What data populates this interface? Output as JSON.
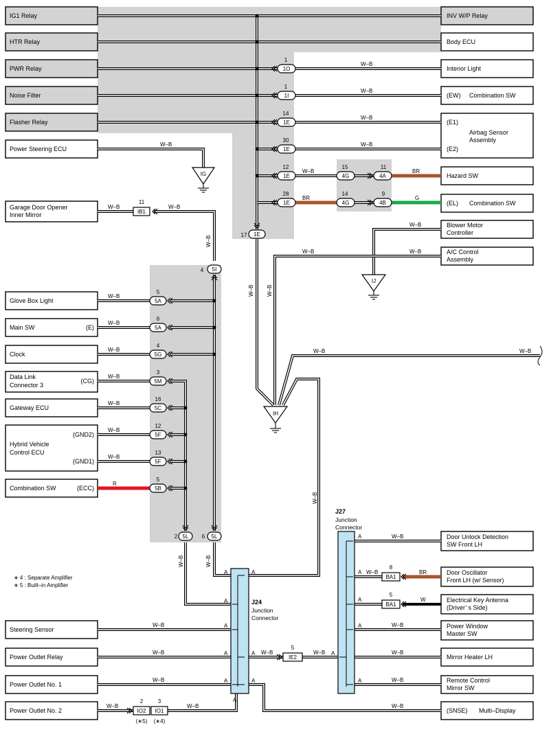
{
  "colors": {
    "wire_outer": "#000000",
    "wire_inner": "#ffffff",
    "shade": "#d3d3d3",
    "junction_fill": "#bfe3f3",
    "br": "#a9532b",
    "g": "#1aa84c",
    "r": "#e3171d"
  },
  "left_boxes": [
    {
      "label": "IG1 Relay"
    },
    {
      "label": "HTR Relay"
    },
    {
      "label": "PWR Relay"
    },
    {
      "label": "Noise Filter"
    },
    {
      "label": "Flasher Relay"
    },
    {
      "label": "Power Steering ECU"
    },
    {
      "label": "Garage Door Opener",
      "line2": "Inner Mirror"
    },
    {
      "label": "Glove Box Light"
    },
    {
      "label": "Main SW",
      "pin": "(E)"
    },
    {
      "label": "Clock"
    },
    {
      "label": "Data Link",
      "line2": "Connector 3",
      "pin": "(CG)"
    },
    {
      "label": "Gateway ECU"
    },
    {
      "label": "Hybrid Vehicle",
      "line2": "Control ECU",
      "pin": "(GND2)",
      "pin2": "(GND1)"
    },
    {
      "label": "Combination SW",
      "pin": "(ECC)"
    },
    {
      "label": "Steering Sensor"
    },
    {
      "label": "Power Outlet Relay"
    },
    {
      "label": "Power Outlet No. 1"
    },
    {
      "label": "Power Outlet No. 2"
    }
  ],
  "right_boxes": [
    {
      "label": "INV W/P Relay"
    },
    {
      "label": "Body ECU"
    },
    {
      "label": "Interior Light"
    },
    {
      "label": "Combination SW",
      "pin": "(EW)"
    },
    {
      "label": "Airbag Sensor",
      "line2": "Assembly",
      "pin": "(E1)",
      "pin2": "(E2)"
    },
    {
      "label": "Hazard SW"
    },
    {
      "label": "Combination SW",
      "pin": "(EL)"
    },
    {
      "label": "Blower Motor",
      "line2": "Controller"
    },
    {
      "label": "A/C Control",
      "line2": "Assembly"
    },
    {
      "label": "Door Unlock Detection",
      "line2": "SW Front LH"
    },
    {
      "label": "Door Oscillator",
      "line2": "Front LH (w/ Sensor)"
    },
    {
      "label": "Electrical Key Antenna",
      "line2": "(Driver’ s Side)"
    },
    {
      "label": "Power Window",
      "line2": "Master SW"
    },
    {
      "label": "Mirror Heater LH"
    },
    {
      "label": "Remote Control",
      "line2": "Mirror SW"
    },
    {
      "label": "Multi–Display",
      "pin": "(SNSE)"
    }
  ],
  "wire_labels": {
    "wb": "W–B",
    "br": "BR",
    "g": "G",
    "r": "R",
    "w": "W"
  },
  "grounds": {
    "ig": "IG",
    "ij": "IJ",
    "ih": "IH"
  },
  "connectors": {
    "c1o": {
      "code": "1O",
      "pin": "1"
    },
    "c1i": {
      "code": "1I",
      "pin": "1"
    },
    "c1e14": {
      "code": "1E",
      "pin": "14"
    },
    "c1e30": {
      "code": "1E",
      "pin": "30"
    },
    "c1e12": {
      "code": "1E",
      "pin": "12"
    },
    "c1e28": {
      "code": "1E",
      "pin": "28"
    },
    "c4g15": {
      "code": "4G",
      "pin": "15"
    },
    "c4g14": {
      "code": "4G",
      "pin": "14"
    },
    "c4a": {
      "code": "4A",
      "pin": "11"
    },
    "c4b": {
      "code": "4B",
      "pin": "9"
    },
    "c1e17": {
      "code": "1E",
      "pin": "17"
    },
    "c5i": {
      "code": "5I",
      "pin": "4"
    },
    "c5a5": {
      "code": "5A",
      "pin": "5"
    },
    "c5a6": {
      "code": "5A",
      "pin": "6"
    },
    "c5g": {
      "code": "5G",
      "pin": "4"
    },
    "c5m": {
      "code": "5M",
      "pin": "3"
    },
    "c5c": {
      "code": "5C",
      "pin": "16"
    },
    "c5f12": {
      "code": "5F",
      "pin": "12"
    },
    "c5f13": {
      "code": "5F",
      "pin": "13"
    },
    "c5b": {
      "code": "5B",
      "pin": "5"
    },
    "c5l2": {
      "code": "5L",
      "pin": "2"
    },
    "c5l6": {
      "code": "5L",
      "pin": "6"
    },
    "ib1": {
      "code": "IB1",
      "pin": "11"
    },
    "ba1a": {
      "code": "BA1",
      "pin": "8"
    },
    "ba1b": {
      "code": "BA1",
      "pin": "5"
    },
    "ie2": {
      "code": "IE2",
      "pin": "5"
    },
    "io2": {
      "code": "IO2",
      "pin": "2",
      "note": "(∗5)"
    },
    "io1": {
      "code": "IO1",
      "pin": "3",
      "note": "(∗4)"
    }
  },
  "junctions": {
    "j24": {
      "id": "J24",
      "name1": "Junction",
      "name2": "Connector"
    },
    "j27": {
      "id": "J27",
      "name1": "Junction",
      "name2": "Connector"
    },
    "pin_a": "A"
  },
  "notes": {
    "n1": "∗ 4 : Separate Amplifier",
    "n2": "∗ 5 : Built–in Amplifier"
  }
}
